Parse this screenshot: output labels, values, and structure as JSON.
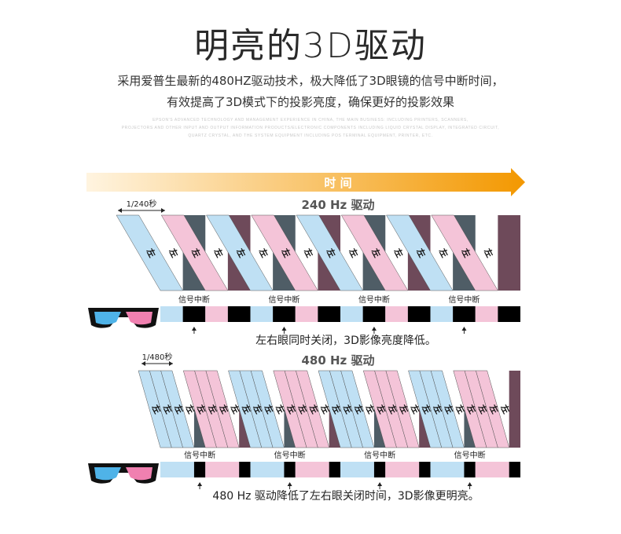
{
  "heading": {
    "title": "明亮的3D驱动"
  },
  "intro": {
    "line1": "采用爱普生最新的480HZ驱动技术，极大降低了3D眼镜的信号中断时间，",
    "line2": "有效提高了3D模式下的投影亮度，确保更好的投影效果"
  },
  "watermark": {
    "line1": "EPSON'S ADVANCED TECHNOLOGY AND MANAGEMENT EXPERIENCE IN CHINA, THE MAIN BUSINESS: INCLUDING PRINTERS, SCANNERS,",
    "line2": "PROJECTORS AND OTHER INPUT AND OUTPUT INFORMATION PRODUCTS/ELECTRONIC COMPONENTS INCLUDING LIQUID CRYSTAL DISPLAY, INTEGRATED CIRCUIT,",
    "line3": "QUARTZ CRYSTAL, AND THE SYSTEM EQUIPMENT INCLUDING POS TERMINAL EQUIPMENT, PRINTER, ETC."
  },
  "timeline": {
    "label": "时 间"
  },
  "sections": [
    {
      "title": "240 Hz 驱动",
      "interval_label": "1/240秒",
      "frame_label": "左",
      "frames_per_eye": 1,
      "signal_label": "信号中断",
      "caption": "左右眼同时关闭，3D影像亮度降低。"
    },
    {
      "title": "480 Hz 驱动",
      "interval_label": "1/480秒",
      "frame_label": "左",
      "frames_per_eye": 3,
      "signal_label": "信号中断",
      "caption": "480 Hz 驱动降低了左右眼关闭时间，3D影像更明亮。"
    }
  ],
  "colors": {
    "left_frame": "#bfe0f4",
    "right_frame": "#f4c4d8",
    "dark_left": "#4f5d66",
    "dark_right": "#6e4a5a",
    "blackout": "#000000",
    "arrow_start": "#fff4e0",
    "arrow_end": "#f39800",
    "lens_left": "#4fb3e8",
    "lens_right": "#f080b0"
  }
}
